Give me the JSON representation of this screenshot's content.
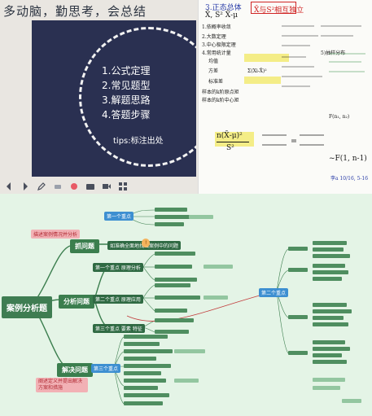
{
  "slide": {
    "heading": "多动脑，勤思考，会总结",
    "list": [
      "1.公式定理",
      "2.常见题型",
      "3.解题思路",
      "4.答题步骤"
    ],
    "tips": "tips:标注出处",
    "toolbar_icons": [
      "back-icon",
      "forward-icon",
      "pen-icon",
      "eraser-icon",
      "pointer-icon",
      "camera-icon",
      "record-icon",
      "grid-icon"
    ]
  },
  "notes": {
    "topline_1": "3.正态总体",
    "topline_2": "X̄, S²  X̄-μ",
    "boxed_title": "X̄与S²相互独立",
    "item_1": "1.依概率收敛",
    "item_2": "2.大数定理",
    "item_3": "3.中心极限定理",
    "item_4": "4.常用统计量",
    "mean_label": "均值",
    "variance_label": "方差",
    "std_label": "标准差",
    "sample_k_raw": "样本的k阶原点矩",
    "sample_k_central": "样本的k阶中心矩",
    "sum_formula": "Σ(Xi-X̄)²",
    "right_item_5": "5)抽样分布",
    "right_f": "F(n₁, n₂)",
    "bottom_formula": "n(X̄-μ)²",
    "bottom_s": "S²",
    "result": "~F(1, n-1)",
    "date": "李a 10/16, 5-16"
  },
  "mindmap": {
    "root": "案例分析题",
    "branch_1": "抓问题",
    "branch_1_tag": "描述案例情况并分析",
    "branch_1_sub": "如准确全面地找出案例中的问题",
    "branch_2": "分析问题",
    "branch_2_sub_1": "第一个重点  原理分析",
    "branch_2_sub_2": "第二个重点  原理应用",
    "branch_2_sub_3": "第三个重点  要素  特征",
    "branch_3": "解决问题",
    "branch_3_tag": "阐述定义并提出解决方案和措施",
    "branch_3_sub": "第三个重点",
    "blue_node_top": "第一个重点",
    "blue_node_right": "第二个重点",
    "orange_node": "!",
    "colors": {
      "background": "#e4f4e6",
      "node": "#3b7e4e",
      "accent_pink": "#f2b1b5",
      "accent_blue": "#3d8fd1",
      "link_red": "#c23b3b"
    }
  }
}
